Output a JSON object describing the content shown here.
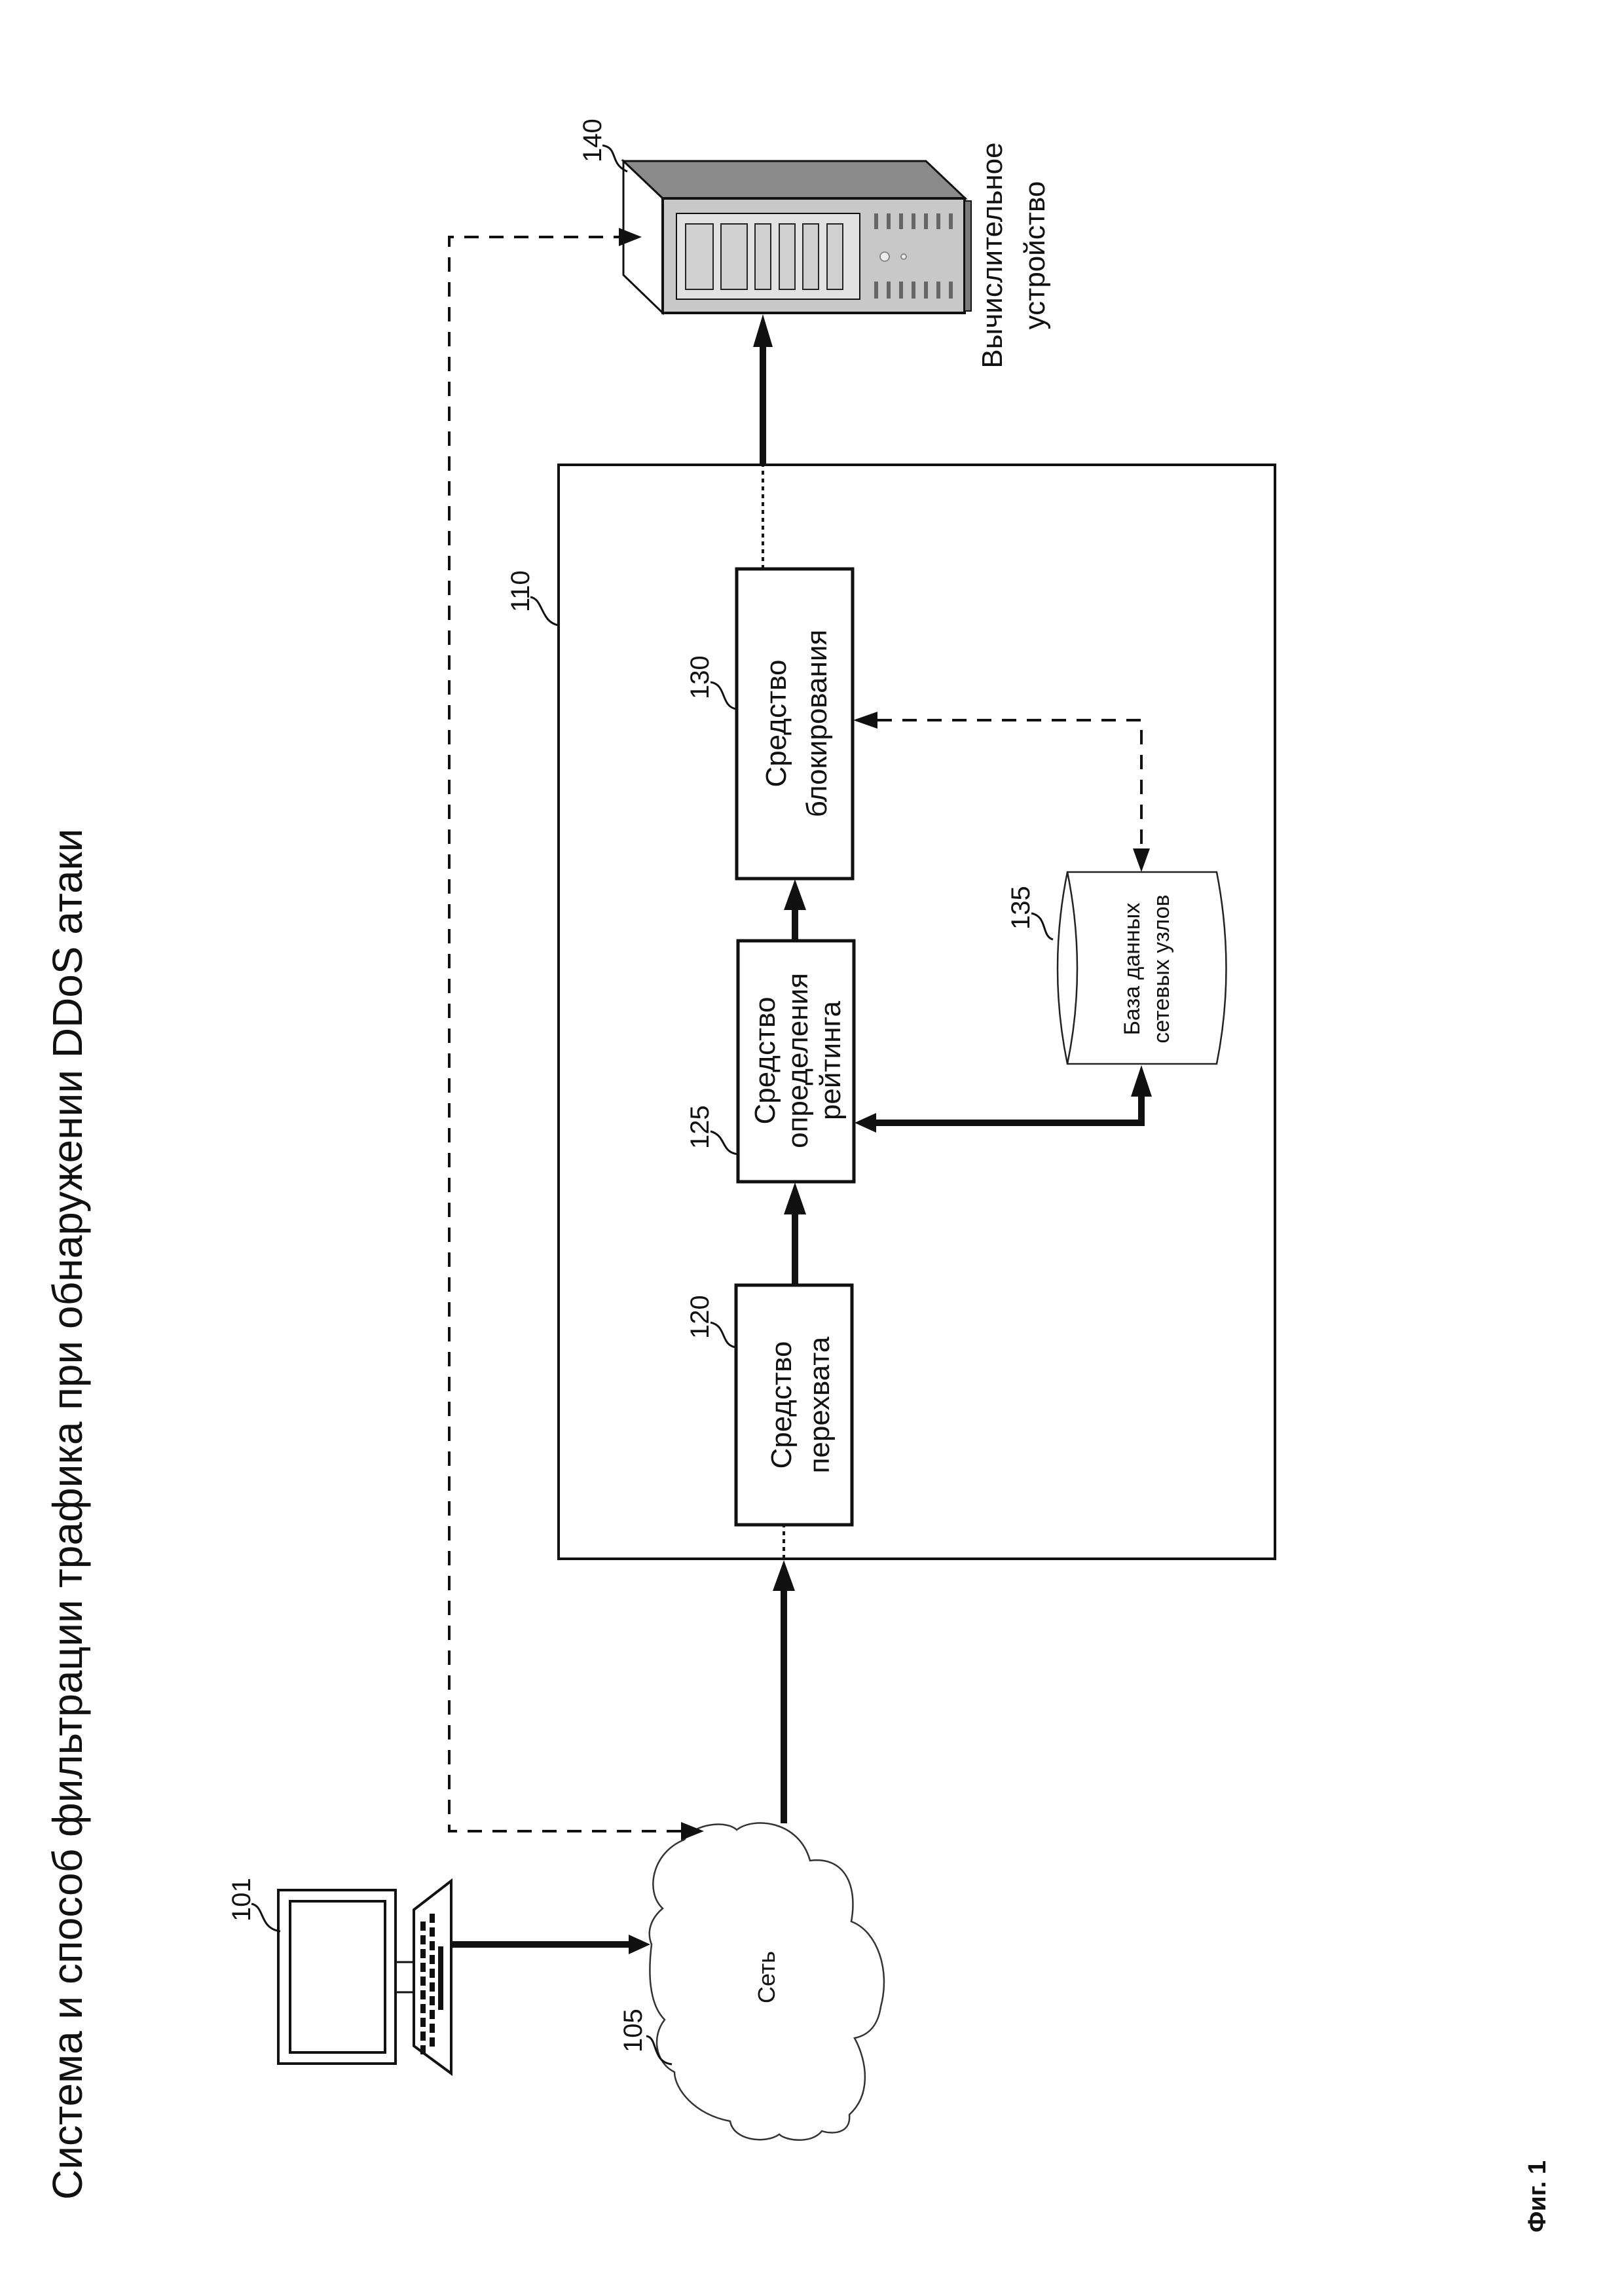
{
  "title": "Система и способ фильтрации трафика при обнаружении DDoS атаки",
  "figure_label": "Фиг. 1",
  "nodes": {
    "computer": {
      "ref": "101",
      "icon": "desktop-computer-icon"
    },
    "network": {
      "ref": "105",
      "label": "Сеть",
      "icon": "cloud-icon"
    },
    "system": {
      "ref": "110"
    },
    "interceptor": {
      "ref": "120",
      "label_lines": [
        "Средство",
        "перехвата"
      ]
    },
    "rating": {
      "ref": "125",
      "label_lines": [
        "Средство",
        "определения",
        "рейтинга"
      ]
    },
    "blocker": {
      "ref": "130",
      "label_lines": [
        "Средство",
        "блокирования"
      ]
    },
    "database": {
      "ref": "135",
      "label_lines": [
        "База данных",
        "сетевых узлов"
      ],
      "icon": "database-cylinder-icon"
    },
    "server": {
      "ref": "140",
      "label_lines": [
        "Вычислительное",
        "устройство"
      ],
      "icon": "server-tower-icon"
    }
  },
  "connections": [
    {
      "from": "101",
      "to": "105",
      "style": "solid"
    },
    {
      "from": "105",
      "to": "120",
      "style": "solid"
    },
    {
      "from": "120",
      "to": "125",
      "style": "solid"
    },
    {
      "from": "125",
      "to": "130",
      "style": "solid"
    },
    {
      "from": "125",
      "to": "135",
      "style": "solid",
      "bidirectional": true
    },
    {
      "from": "130",
      "to": "135",
      "style": "dashed",
      "bidirectional": true
    },
    {
      "from": "130",
      "to": "140",
      "style": "solid"
    },
    {
      "from": "105",
      "to": "140",
      "style": "dashed",
      "bidirectional": true
    }
  ]
}
